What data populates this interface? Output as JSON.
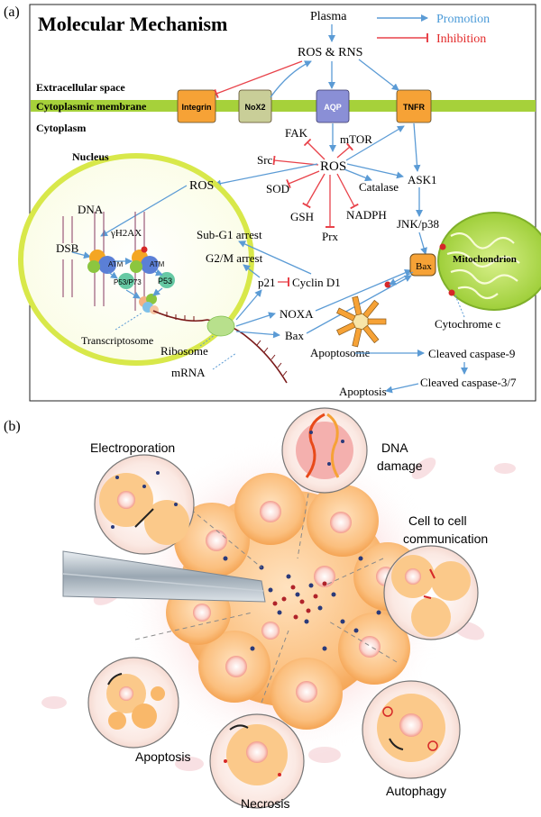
{
  "panel_a": {
    "label": "(a)",
    "title": "Molecular Mechanism",
    "legend": {
      "promotion": "Promotion",
      "inhibition": "Inhibition",
      "promotion_color": "#4a9ad8",
      "inhibition_color": "#e32a2a"
    },
    "plasma": "Plasma",
    "ros_rns": "ROS & RNS",
    "extracellular": "Extracellular space",
    "membrane": "Cytoplasmic membrane",
    "cytoplasm": "Cytoplasm",
    "receptors": {
      "integrin": "Integrin",
      "nox2": "NoX2",
      "aqp": "AQP",
      "tnfr": "TNFR"
    },
    "ros_center": "ROS",
    "fak": "FAK",
    "mtor": "mTOR",
    "src": "Src",
    "sod": "SOD",
    "gsh": "GSH",
    "prx": "Prx",
    "nadph": "NADPH",
    "catalase": "Catalase",
    "ask1": "ASK1",
    "jnk": "JNK/p38",
    "nucleus": "Nucleus",
    "ros_nucleus": "ROS",
    "dna": "DNA",
    "dsb": "DSB",
    "h2ax": "γH2AX",
    "atm1": "ATM",
    "atm2": "ATM",
    "p53p73": "P53/P73",
    "p53": "P53",
    "transcriptosome": "Transcriptosome",
    "subg1": "Sub-G1 arrest",
    "g2m": "G2/M arrest",
    "p21": "p21",
    "cyclin": "Cyclin D1",
    "noxa": "NOXA",
    "bax": "Bax",
    "bax_mito": "Bax",
    "mitochondrion": "Mitochondrion",
    "cytochrome": "Cytochrome c",
    "apoptosome": "Apoptosome",
    "caspase9": "Cleaved caspase-9",
    "caspase37": "Cleaved caspase-3/7",
    "apoptosis": "Apoptosis",
    "ribosome": "Ribosome",
    "mrna": "mRNA"
  },
  "panel_b": {
    "label": "(b)",
    "electroporation": "Electroporation",
    "dna_damage_1": "DNA",
    "dna_damage_2": "damage",
    "cell_comm_1": "Cell to cell",
    "cell_comm_2": "communication",
    "apoptosis": "Apoptosis",
    "necrosis": "Necrosis",
    "autophagy": "Autophagy"
  }
}
